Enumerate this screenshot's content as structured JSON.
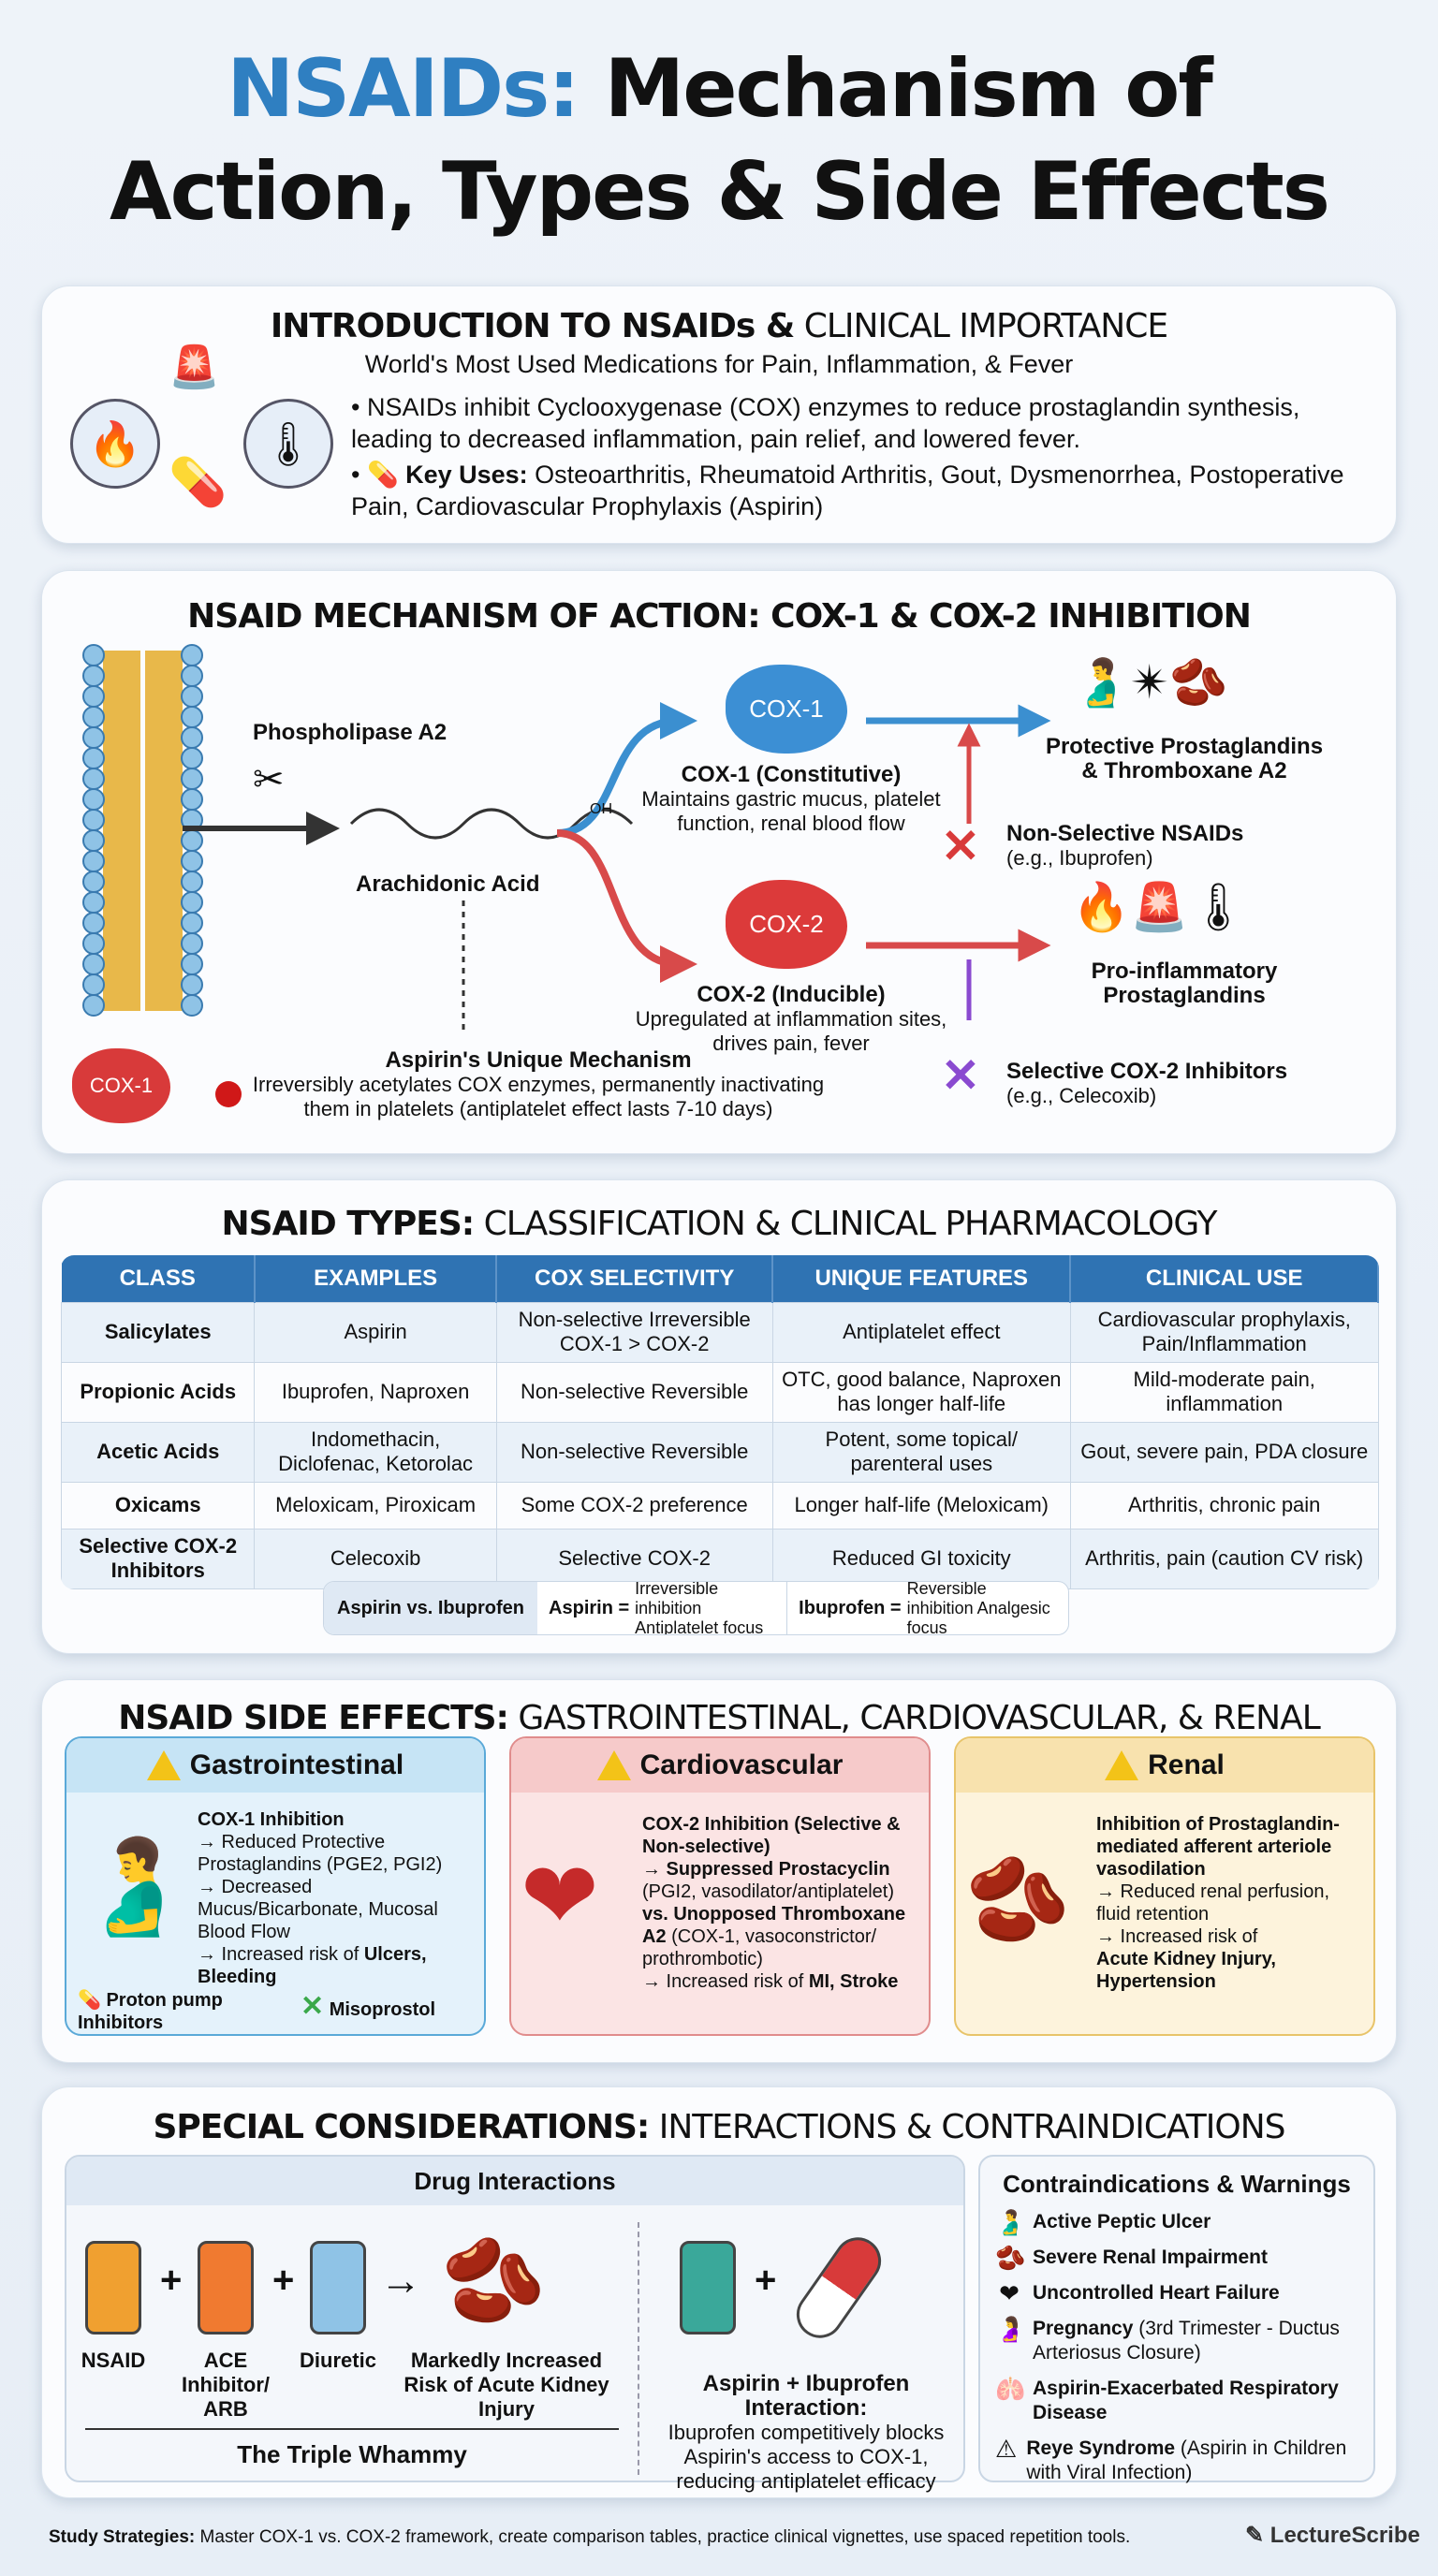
{
  "title": {
    "part1": "NSAIDs:",
    "part2": " Mechanism of",
    "line2": "Action, Types & Side Effects"
  },
  "intro": {
    "heading_bold": "INTRODUCTION TO NSAIDs &",
    "heading_normal": " CLINICAL IMPORTANCE",
    "subtitle": "World's Most Used Medications for Pain, Inflammation, & Fever",
    "bullet1": "NSAIDs inhibit Cyclooxygenase (COX) enzymes to reduce prostaglandin synthesis, leading to decreased inflammation, pain relief, and lowered fever.",
    "bullet2_label": "Key Uses:",
    "bullet2": " Osteoarthritis, Rheumatoid Arthritis, Gout, Dysmenorrhea, Postoperative Pain, Cardiovascular Prophylaxis (Aspirin)"
  },
  "mechanism": {
    "heading": "NSAID MECHANISM OF ACTION: COX-1 & COX-2 INHIBITION",
    "phospholipase": "Phospholipase A2",
    "arachidonic": "Arachidonic Acid",
    "oh": "OH",
    "cox1_blob": "COX-1",
    "cox2_blob": "COX-2",
    "cox1_title": "COX-1 (Constitutive)",
    "cox1_desc": "Maintains gastric mucus, platelet function, renal blood flow",
    "cox2_title": "COX-2 (Inducible)",
    "cox2_desc": "Upregulated at inflammation sites, drives pain, fever",
    "protective": "Protective Prostaglandins & Thromboxane A2",
    "proinflammatory": "Pro-inflammatory Prostaglandins",
    "nonselective": "Non-Selective NSAIDs",
    "nonselective_eg": "(e.g., Ibuprofen)",
    "selective": "Selective COX-2 Inhibitors",
    "selective_eg": "(e.g., Celecoxib)",
    "aspirin_title": "Aspirin's Unique Mechanism",
    "aspirin_desc": "Irreversibly acetylates COX enzymes, permanently inactivating them in platelets (antiplatelet effect lasts 7-10 days)",
    "aspirin_blob": "COX-1"
  },
  "types": {
    "heading_bold": "NSAID TYPES:",
    "heading_normal": " CLASSIFICATION & CLINICAL PHARMACOLOGY",
    "columns": [
      "CLASS",
      "EXAMPLES",
      "COX SELECTIVITY",
      "UNIQUE FEATURES",
      "CLINICAL USE"
    ],
    "rows": [
      [
        "Salicylates",
        "Aspirin",
        "Non-selective Irreversible COX-1 > COX-2",
        "Antiplatelet effect",
        "Cardiovascular prophylaxis, Pain/Inflammation"
      ],
      [
        "Propionic Acids",
        "Ibuprofen, Naproxen",
        "Non-selective Reversible",
        "OTC, good balance, Naproxen has longer half-life",
        "Mild-moderate pain, inflammation"
      ],
      [
        "Acetic Acids",
        "Indomethacin, Diclofenac, Ketorolac",
        "Non-selective Reversible",
        "Potent, some topical/ parenteral uses",
        "Gout, severe pain, PDA closure"
      ],
      [
        "Oxicams",
        "Meloxicam, Piroxicam",
        "Some COX-2 preference",
        "Longer half-life (Meloxicam)",
        "Arthritis, chronic pain"
      ],
      [
        "Selective COX-2 Inhibitors",
        "Celecoxib",
        "Selective COX-2",
        "Reduced GI toxicity",
        "Arthritis, pain (caution CV risk)"
      ]
    ],
    "compare": {
      "label": "Aspirin vs. Ibuprofen",
      "aspirin": "Aspirin =",
      "aspirin_desc": "Irreversible inhibition Antiplatelet focus",
      "ibuprofen": "Ibuprofen =",
      "ibuprofen_desc": "Reversible inhibition Analgesic focus"
    }
  },
  "side_effects": {
    "heading_bold": "NSAID SIDE EFFECTS:",
    "heading_normal": " GASTROINTESTINAL, CARDIOVASCULAR, & RENAL",
    "gi": {
      "title": "Gastrointestinal",
      "l1": "COX-1 Inhibition",
      "l2": "→ Reduced Protective Prostaglandins (PGE2, PGI2)",
      "l3": "→ Decreased Mucus/Bicarbonate, Mucosal Blood Flow",
      "l4": "→ Increased risk of ",
      "l4b": "Ulcers, Bleeding",
      "ppi": "Proton pump Inhibitors",
      "miso": "Misoprostol"
    },
    "cv": {
      "title": "Cardiovascular",
      "l1": "COX-2 Inhibition (Selective & Non-selective)",
      "l2": "→ Suppressed Prostacyclin",
      "l3": "(PGI2, vasodilator/antiplatelet)",
      "l4": "vs. Unopposed Thromboxane A2",
      "l5": " (COX-1, vasoconstrictor/ prothrombotic)",
      "l6": "→ Increased risk of ",
      "l6b": "MI, Stroke"
    },
    "renal": {
      "title": "Renal",
      "l1": "Inhibition of Prostaglandin-mediated afferent arteriole vasodilation",
      "l2": "→ Reduced renal perfusion, fluid retention",
      "l3": "→ Increased risk of",
      "l3b": "Acute Kidney Injury, Hypertension"
    }
  },
  "special": {
    "heading_bold": "SPECIAL CONSIDERATIONS:",
    "heading_normal": " INTERACTIONS & CONTRAINDICATIONS",
    "drug_heading": "Drug Interactions",
    "nsaid": "NSAID",
    "ace": "ACE Inhibitor/ ARB",
    "diuretic": "Diuretic",
    "aki": "Markedly Increased Risk of Acute Kidney Injury",
    "whammy": "The Triple Whammy",
    "plus": "+",
    "arrow": "→",
    "asp_ibu_title": "Aspirin + Ibuprofen Interaction:",
    "asp_ibu_desc": "Ibuprofen competitively blocks Aspirin's access to COX-1, reducing antiplatelet efficacy",
    "contra_heading": "Contraindications & Warnings",
    "contra": [
      {
        "icon": "stomach-icon",
        "glyph": "🫃",
        "bold": "Active Peptic Ulcer",
        "rest": ""
      },
      {
        "icon": "kidney-icon",
        "glyph": "🫘",
        "bold": "Severe Renal Impairment",
        "rest": ""
      },
      {
        "icon": "heart-icon",
        "glyph": "❤",
        "bold": "Uncontrolled Heart Failure",
        "rest": ""
      },
      {
        "icon": "fetus-icon",
        "glyph": "🤰",
        "bold": "Pregnancy",
        "rest": " (3rd Trimester - Ductus Arteriosus Closure)"
      },
      {
        "icon": "lungs-icon",
        "glyph": "🫁",
        "bold": "Aspirin-Exacerbated Respiratory Disease",
        "rest": ""
      },
      {
        "icon": "warning-icon",
        "glyph": "⚠",
        "bold": "Reye Syndrome",
        "rest": " (Aspirin in Children with Viral Infection)"
      }
    ]
  },
  "footer": {
    "label": "Study Strategies:",
    "text": " Master COX-1 vs. COX-2 framework, create comparison tables, practice clinical vignettes, use spaced repetition tools.",
    "brand": "LectureScribe"
  },
  "colors": {
    "blue": "#2f7fc1",
    "red": "#d83a3a",
    "header": "#2f73b3"
  }
}
